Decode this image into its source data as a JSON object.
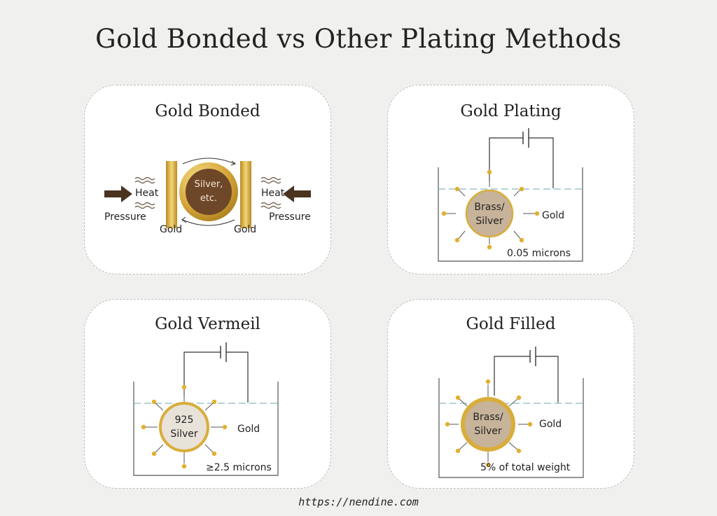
{
  "title": "Gold Bonded vs Other Plating Methods",
  "footer": "https://nendine.com",
  "colors": {
    "gold": "#d9ad3b",
    "water": "#8ab8c4",
    "brown": "#6e4728",
    "tan": "#c7b39a",
    "core925": "#e8e2d8",
    "arrow": "#4a3420"
  },
  "panels": {
    "bonded": {
      "title": "Gold Bonded",
      "core": "Silver, etc.",
      "heat_left": "Heat",
      "heat_right": "Heat",
      "pressure_left": "Pressure",
      "pressure_right": "Pressure",
      "gold_left": "Gold",
      "gold_right": "Gold"
    },
    "plating": {
      "title": "Gold Plating",
      "core_line1": "Brass/",
      "core_line2": "Silver",
      "gold": "Gold",
      "thickness": "0.05 microns"
    },
    "vermeil": {
      "title": "Gold Vermeil",
      "core_line1": "925",
      "core_line2": "Silver",
      "gold": "Gold",
      "thickness": "≥2.5 microns"
    },
    "filled": {
      "title": "Gold Filled",
      "core_line1": "Brass/",
      "core_line2": "Silver",
      "gold": "Gold",
      "thickness": "5% of total weight"
    }
  }
}
